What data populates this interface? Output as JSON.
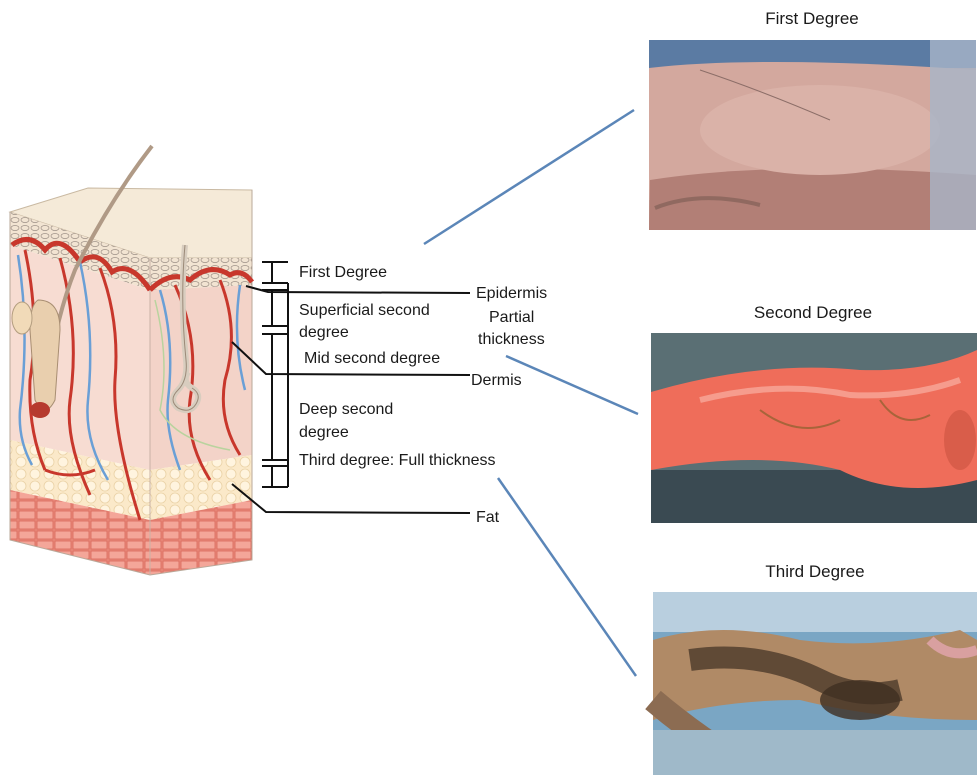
{
  "photos": [
    {
      "title": "First Degree"
    },
    {
      "title": "Second Degree"
    },
    {
      "title": "Third Degree"
    }
  ],
  "depth_labels": {
    "first": "First Degree",
    "superficial_second_1": "Superficial second",
    "superficial_second_2": "degree",
    "mid_second": "Mid second degree",
    "deep_second_1": "Deep second",
    "deep_second_2": "degree",
    "third": "Third degree: Full thickness"
  },
  "layer_labels": {
    "epidermis": "Epidermis",
    "partial_1": "Partial",
    "partial_2": "thickness",
    "dermis": "Dermis",
    "fat": "Fat"
  },
  "colors": {
    "connector": "#5b86b8",
    "bracket": "#111111",
    "skin_surface": "#f3e6d2",
    "dermis": "#f6d6cc",
    "vessel_red": "#c8372c",
    "vessel_blue": "#6a9fd6",
    "fat": "#fbe7c4",
    "muscle": "#e07b6e"
  }
}
